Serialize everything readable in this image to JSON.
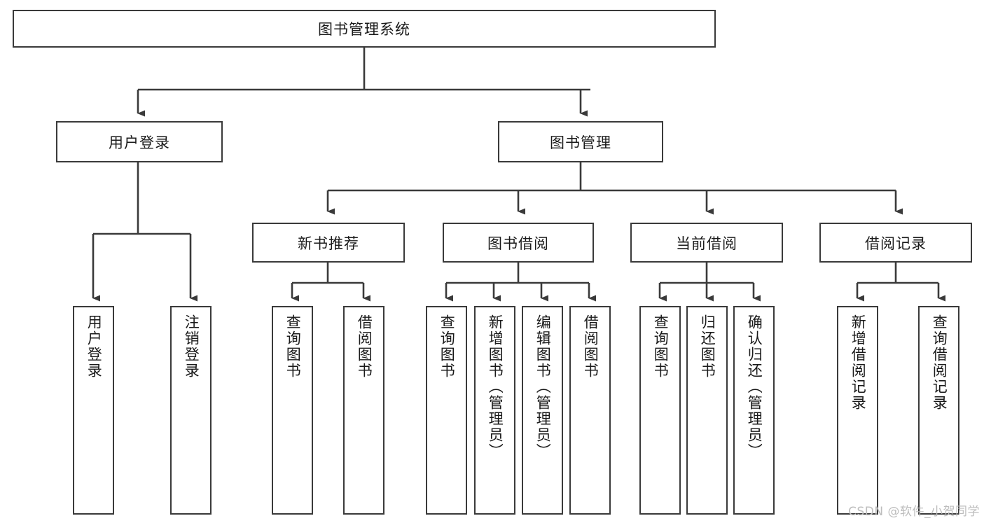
{
  "diagram": {
    "type": "tree",
    "title": "图书管理系统",
    "watermark": "CSDN @软件_小贺同学",
    "colors": {
      "stroke": "#3a3a3a",
      "fill": "#ffffff",
      "text": "#1a1a1a",
      "watermark": "#bdbdbd"
    },
    "root": {
      "label": "图书管理系统"
    },
    "level2": [
      {
        "label": "用户登录"
      },
      {
        "label": "图书管理"
      }
    ],
    "level3": [
      {
        "label": "新书推荐"
      },
      {
        "label": "图书借阅"
      },
      {
        "label": "当前借阅"
      },
      {
        "label": "借阅记录"
      }
    ],
    "leaves": [
      {
        "label": "用户登录",
        "parent": "用户登录"
      },
      {
        "label": "注销登录",
        "parent": "用户登录"
      },
      {
        "label": "查询图书",
        "parent": "新书推荐"
      },
      {
        "label": "借阅图书",
        "parent": "新书推荐"
      },
      {
        "label": "查询图书",
        "parent": "图书借阅"
      },
      {
        "label": "新增图书（管理员）",
        "parent": "图书借阅"
      },
      {
        "label": "编辑图书（管理员）",
        "parent": "图书借阅"
      },
      {
        "label": "借阅图书",
        "parent": "图书借阅"
      },
      {
        "label": "查询图书",
        "parent": "当前借阅"
      },
      {
        "label": "归还图书",
        "parent": "当前借阅"
      },
      {
        "label": "确认归还（管理员）",
        "parent": "当前借阅"
      },
      {
        "label": "新增借阅记录",
        "parent": "借阅记录"
      },
      {
        "label": "查询借阅记录",
        "parent": "借阅记录"
      }
    ]
  }
}
